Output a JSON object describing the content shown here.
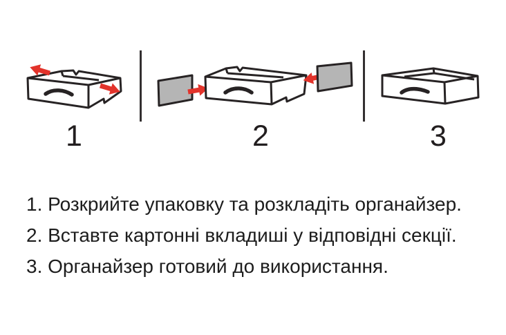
{
  "steps": [
    {
      "number": "1"
    },
    {
      "number": "2"
    },
    {
      "number": "3"
    }
  ],
  "instructions": {
    "line1": "1. Розкрийте упаковку та розкладіть органайзер.",
    "line2": "2. Вставте картонні вкладиші у відповідні секції.",
    "line3": "3. Органайзер готовий до використання."
  },
  "colors": {
    "background": "#ffffff",
    "line_art": "#272324",
    "arrow_red": "#e2332b",
    "insert_gray": "#b5b5b5",
    "text": "#1d1d1d",
    "divider": "#332f30"
  }
}
